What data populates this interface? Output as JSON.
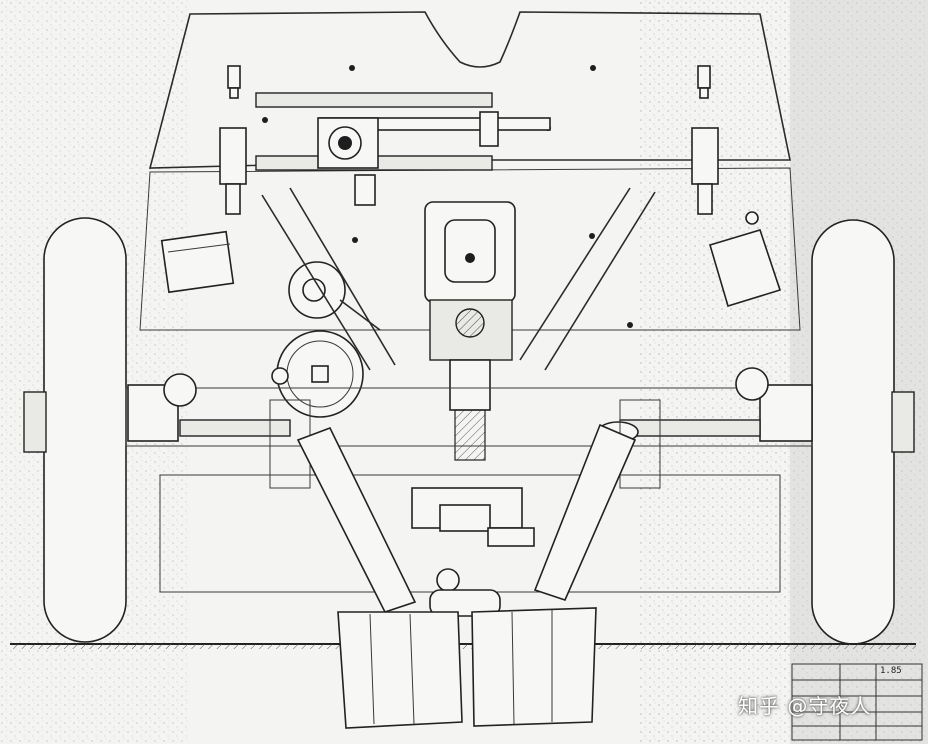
{
  "drawing": {
    "subject": "artillery-carriage-front-view",
    "title_block": {
      "code": "1.85"
    },
    "watermark": "知乎 @守夜人"
  },
  "colors": {
    "paper": "#f4f4f2",
    "ink": "#2b2b2b",
    "noise": "#b9b9b6"
  }
}
